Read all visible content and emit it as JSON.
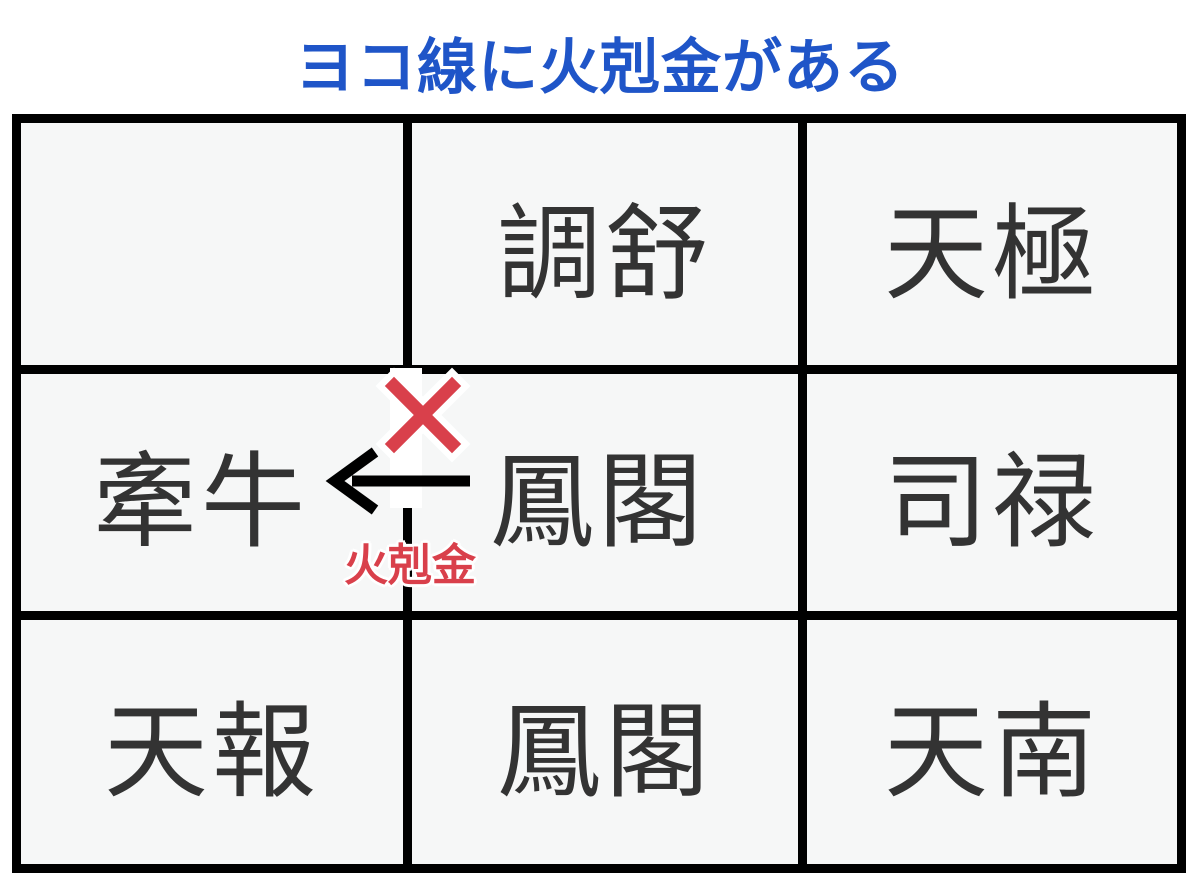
{
  "title": "ヨコ線に火剋金がある",
  "grid": {
    "rows": [
      [
        "",
        "調舒",
        "天極"
      ],
      [
        "牽牛",
        "鳳閣",
        "司禄"
      ],
      [
        "天報",
        "鳳閣",
        "天南"
      ]
    ]
  },
  "annotation": {
    "label": "火剋金",
    "arrow_color": "#000000",
    "cross_color": "#d9404b"
  },
  "colors": {
    "title": "#1f55c8",
    "accent_red": "#d9404b",
    "cell_background": "#f6f7f7",
    "border": "#000000"
  }
}
